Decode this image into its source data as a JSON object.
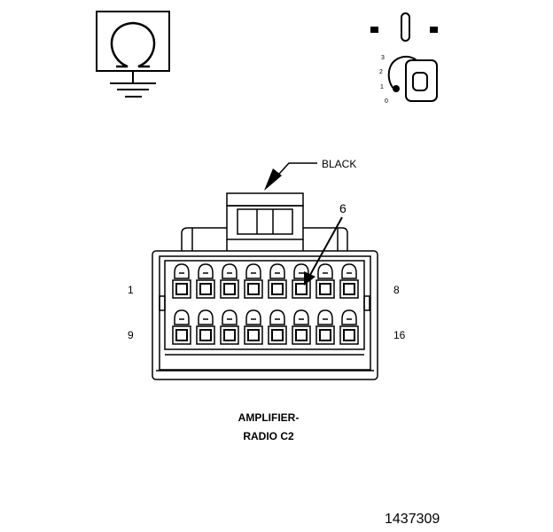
{
  "connector": {
    "color_label": "BLACK",
    "callout_pin": "6",
    "pin_top_left": "1",
    "pin_top_right": "8",
    "pin_bottom_left": "9",
    "pin_bottom_right": "16",
    "pins_per_row": 8,
    "rows": 2
  },
  "caption": {
    "line1": "AMPLIFIER-",
    "line2": "RADIO C2"
  },
  "figure_number": "1437309",
  "ignition_switch": {
    "positions": [
      "3",
      "2",
      "1",
      "0"
    ]
  },
  "icons": {
    "ground_symbol": "ohm-ground-symbol-icon",
    "ignition_key": "ignition-key-switch-icon"
  }
}
